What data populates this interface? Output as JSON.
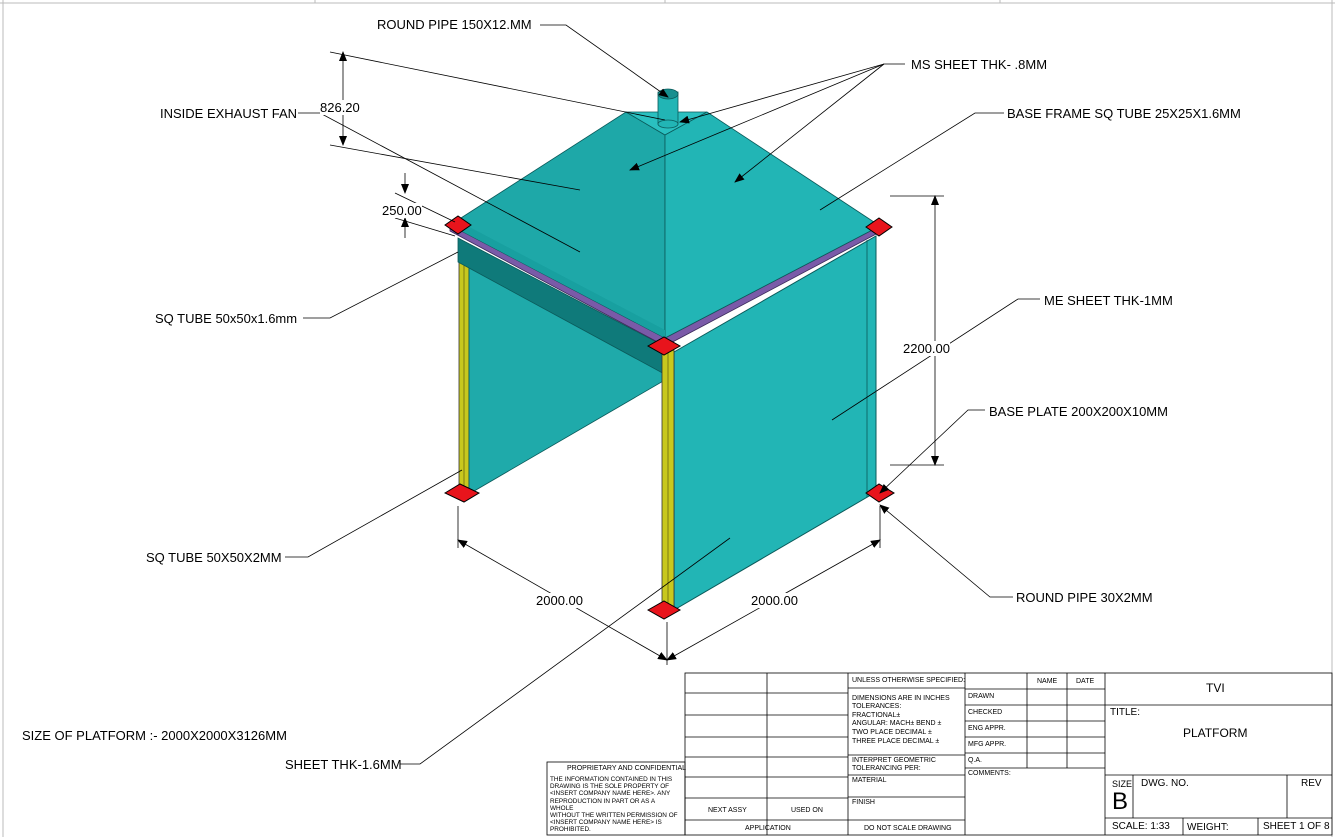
{
  "labels": {
    "round_pipe_top": "ROUND PIPE 150X12.MM",
    "ms_sheet": "MS SHEET THK- .8MM",
    "inside_exhaust_fan": "INSIDE EXHAUST FAN",
    "base_frame": "BASE FRAME SQ TUBE 25X25X1.6MM",
    "sq_tube_small": "SQ TUBE 50x50x1.6mm",
    "me_sheet": "ME SHEET THK-1MM",
    "base_plate": "BASE PLATE 200X200X10MM",
    "sq_tube_large": "SQ TUBE 50X50X2MM",
    "round_pipe_bottom": "ROUND PIPE 30X2MM",
    "size_of_platform": "SIZE OF PLATFORM :- 2000X2000X3126MM",
    "sheet_thk": "SHEET THK-1.6MM"
  },
  "dimensions": {
    "hood_height": "826.20",
    "frame_height": "250.00",
    "leg_height": "2200.00",
    "width_left": "2000.00",
    "width_right": "2000.00"
  },
  "title_block": {
    "unless_specified": "UNLESS OTHERWISE SPECIFIED:",
    "dims_inches": "DIMENSIONS ARE IN INCHES",
    "tolerances": "TOLERANCES:",
    "fractional": "FRACTIONAL±",
    "angular": "ANGULAR: MACH±   BEND ±",
    "two_place": "TWO PLACE DECIMAL   ±",
    "three_place": "THREE PLACE DECIMAL  ±",
    "interpret": "INTERPRET GEOMETRIC",
    "tolerancing": "TOLERANCING PER:",
    "material": "MATERIAL",
    "finish": "FINISH",
    "do_not_scale": "DO NOT SCALE DRAWING",
    "next_assy": "NEXT ASSY",
    "used_on": "USED ON",
    "application": "APPLICATION",
    "name_col": "NAME",
    "date_col": "DATE",
    "drawn": "DRAWN",
    "checked": "CHECKED",
    "eng_appr": "ENG APPR.",
    "mfg_appr": "MFG APPR.",
    "qa": "Q.A.",
    "comments": "COMMENTS:",
    "company": "TVI",
    "title_label": "TITLE:",
    "title": "PLATFORM",
    "size_label": "SIZE",
    "size": "B",
    "dwg_no": "DWG.  NO.",
    "rev": "REV",
    "scale": "SCALE: 1:33",
    "weight": "WEIGHT:",
    "sheet": "SHEET 1 OF 8",
    "proprietary": "PROPRIETARY AND CONFIDENTIAL",
    "proprietary_text": "THE INFORMATION CONTAINED IN THIS\nDRAWING IS THE SOLE PROPERTY OF\n<INSERT COMPANY NAME HERE>.  ANY\nREPRODUCTION IN PART OR AS A WHOLE\nWITHOUT THE WRITTEN PERMISSION OF\n<INSERT COMPANY NAME HERE> IS\nPROHIBITED."
  },
  "colors": {
    "sheet_teal": "#22b5b5",
    "sheet_dark": "#158f8f",
    "base_plate": "#e8141c",
    "leg_tube": "#c8c81e",
    "frame_purple": "#7a5aa8"
  }
}
